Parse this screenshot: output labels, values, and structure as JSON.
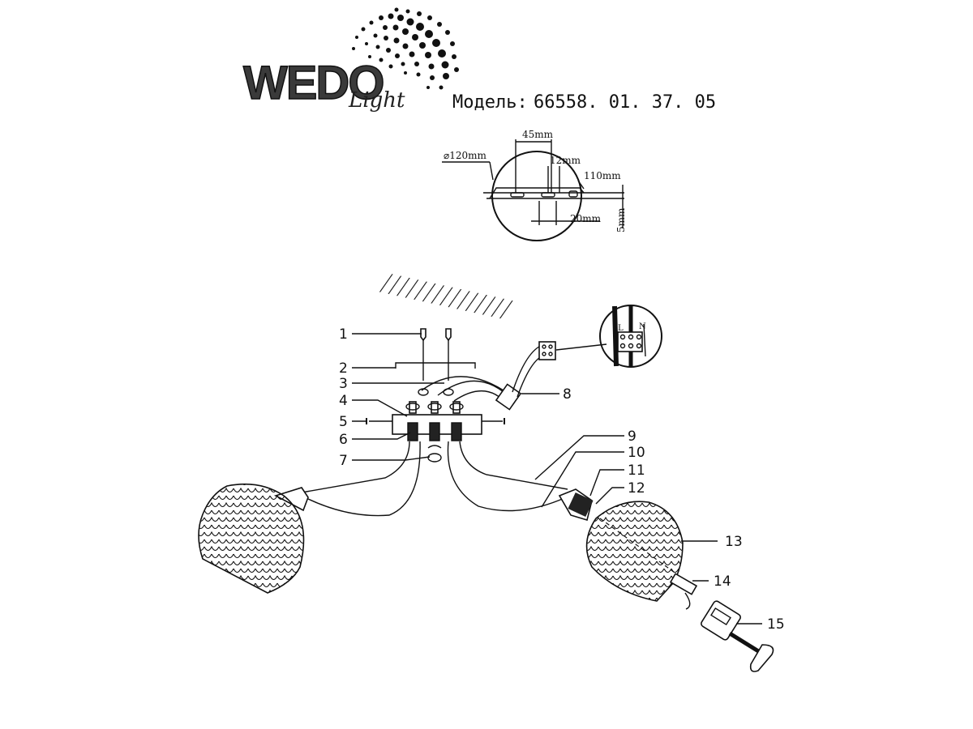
{
  "brand": {
    "logo_text": "WEDO",
    "logo_script": "Light",
    "model_label": "Модель:",
    "model_number": "66558. 01. 37. 05"
  },
  "dimensions": {
    "diameter": "⌀120mm",
    "d45": "45mm",
    "d12": "12mm",
    "d110": "110mm",
    "d20": "20mm",
    "d5": "5mm"
  },
  "terminal": {
    "l": "L",
    "n": "N"
  },
  "callouts": [
    "1",
    "2",
    "3",
    "4",
    "5",
    "6",
    "7",
    "8",
    "9",
    "10",
    "11",
    "12",
    "13",
    "14",
    "15"
  ],
  "colors": {
    "line": "#111111",
    "background": "#ffffff"
  }
}
